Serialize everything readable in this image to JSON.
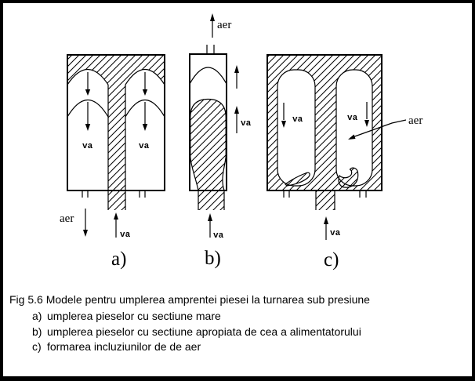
{
  "colors": {
    "ink": "#000000",
    "background": "#ffffff"
  },
  "labels": {
    "air": "aer",
    "velocity": "va"
  },
  "panels": {
    "a": "a)",
    "b": "b)",
    "c": "c)"
  },
  "caption": {
    "title": "Fig 5.6 Modele pentru umplerea amprentei piesei la turnarea sub presiune",
    "items": [
      {
        "label": "a)",
        "text": "umplerea pieselor cu sectiune mare"
      },
      {
        "label": "b)",
        "text": "umplerea pieselor cu sectiune apropiata de cea a alimentatorului"
      },
      {
        "label": "c)",
        "text": "formarea incluziunilor de de aer"
      }
    ]
  }
}
